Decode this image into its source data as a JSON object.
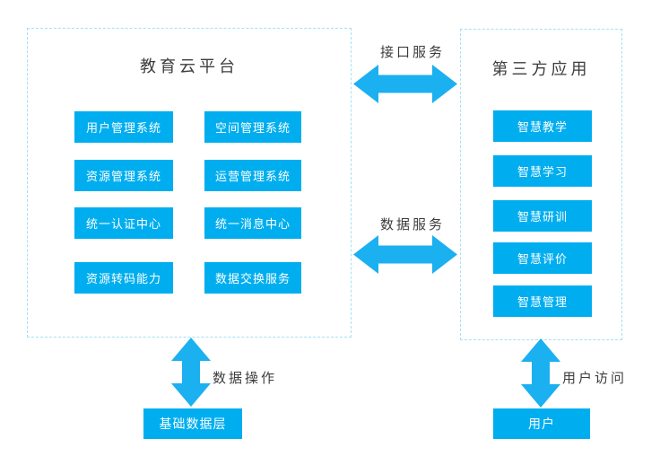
{
  "left_panel": {
    "title": "教育云平台",
    "buttons": [
      "用户管理系统",
      "空间管理系统",
      "资源管理系统",
      "运营管理系统",
      "统一认证中心",
      "统一消息中心",
      "资源转码能力",
      "数据交换服务"
    ]
  },
  "right_panel": {
    "title": "第三方应用",
    "buttons": [
      "智慧教学",
      "智慧学习",
      "智慧研训",
      "智慧评价",
      "智慧管理"
    ]
  },
  "connections": {
    "interface_service": "接口服务",
    "data_service": "数据服务",
    "data_operation": "数据操作",
    "user_access": "用户访问"
  },
  "nodes": {
    "base_data_layer": "基础数据层",
    "user": "用户"
  },
  "colors": {
    "button_fill": "#00AEEF",
    "arrow_fill": "#1BB0F0",
    "dashed_border": "#A6DFF6",
    "label_text": "#3D3D3D",
    "button_text": "#FFFFFF",
    "background": "#FFFFFF"
  }
}
